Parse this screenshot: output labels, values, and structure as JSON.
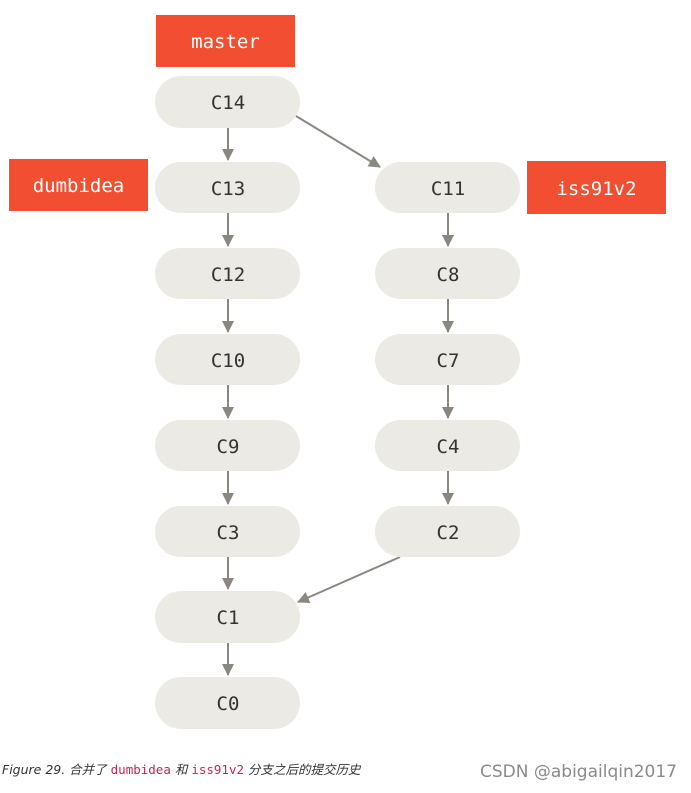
{
  "diagram": {
    "commits": {
      "c14": "C14",
      "c13": "C13",
      "c12": "C12",
      "c10": "C10",
      "c9": "C9",
      "c3": "C3",
      "c1": "C1",
      "c0": "C0",
      "c11": "C11",
      "c8": "C8",
      "c7": "C7",
      "c4": "C4",
      "c2": "C2"
    },
    "branches": {
      "master": "master",
      "dumbidea": "dumbidea",
      "iss91v2": "iss91v2"
    },
    "colors": {
      "branch_fill": "#f14e32",
      "commit_fill": "#eceae4",
      "arrow": "#8a8680"
    }
  },
  "caption": {
    "prefix": "Figure 29. 合并了 ",
    "code1": "dumbidea",
    "mid": " 和 ",
    "code2": "iss91v2",
    "suffix": " 分支之后的提交历史"
  },
  "watermark": "CSDN @abigailqin2017"
}
